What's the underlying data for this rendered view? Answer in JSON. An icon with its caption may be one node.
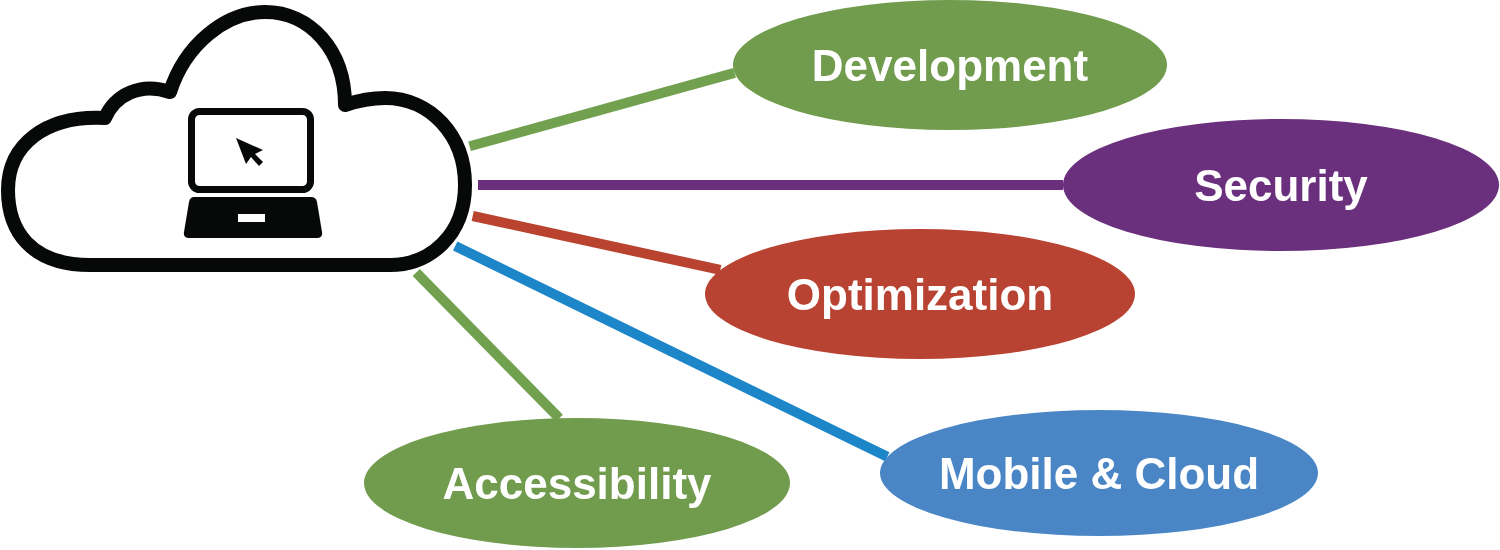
{
  "diagram": {
    "nodes": [
      {
        "text": [],
        "shape": "cloud"
      },
      {
        "text": [
          "Development"
        ]
      },
      {
        "text": [
          "Security"
        ]
      },
      {
        "text": [
          "Optimization"
        ]
      },
      {
        "text": [
          "Accessibility"
        ]
      },
      {
        "text": [
          "Mobile & Cloud"
        ]
      }
    ],
    "edges": [
      {
        "from": 0,
        "to": 1,
        "arrow": "none"
      },
      {
        "from": 0,
        "to": 2,
        "arrow": "none",
        "color": "#6b2f7e"
      },
      {
        "from": 0,
        "to": 3,
        "arrow": "none",
        "color": "#b9432f"
      },
      {
        "from": 0,
        "to": 4,
        "arrow": "none"
      },
      {
        "from": 0,
        "to": 5,
        "arrow": "none",
        "color": "#1d86c9"
      }
    ]
  }
}
